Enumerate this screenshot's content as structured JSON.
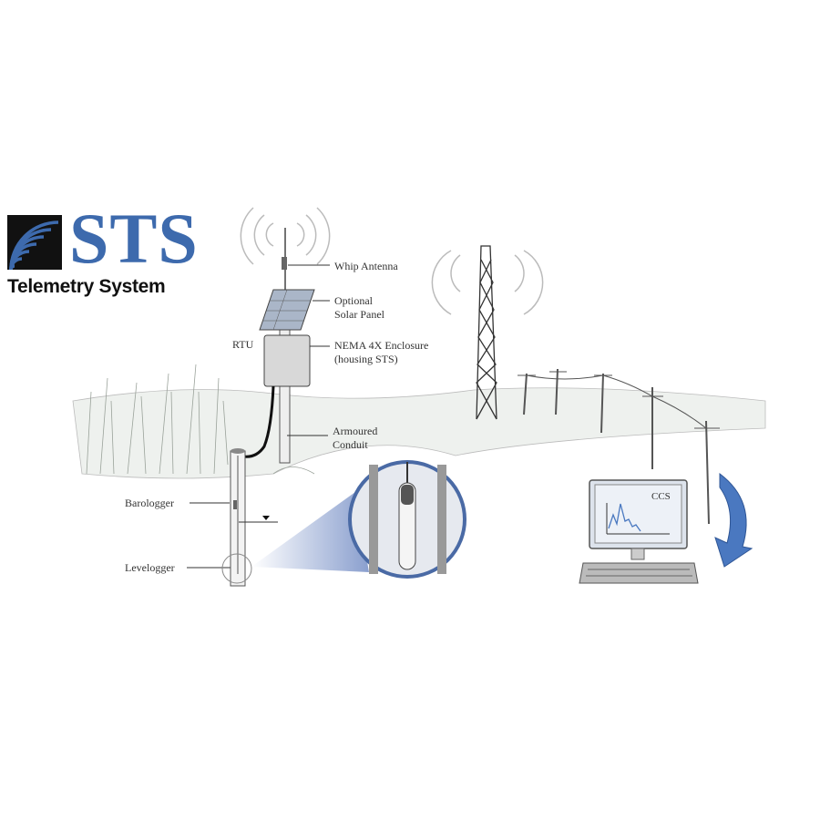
{
  "logo": {
    "brand": "STS",
    "subtitle": "Telemetry System",
    "brand_color": "#3d6aad"
  },
  "labels": {
    "whip_antenna": "Whip Antenna",
    "solar_panel_line1": "Optional",
    "solar_panel_line2": "Solar Panel",
    "rtu": "RTU",
    "enclosure_line1": "NEMA 4X Enclosure",
    "enclosure_line2": "(housing STS)",
    "conduit_line1": "Armoured",
    "conduit_line2": "Conduit",
    "barologger": "Barologger",
    "levelogger": "Levelogger",
    "ccs": "CCS"
  },
  "colors": {
    "accent_blue": "#4a78c0",
    "line": "#333333",
    "ground": "#c9cfc9"
  }
}
